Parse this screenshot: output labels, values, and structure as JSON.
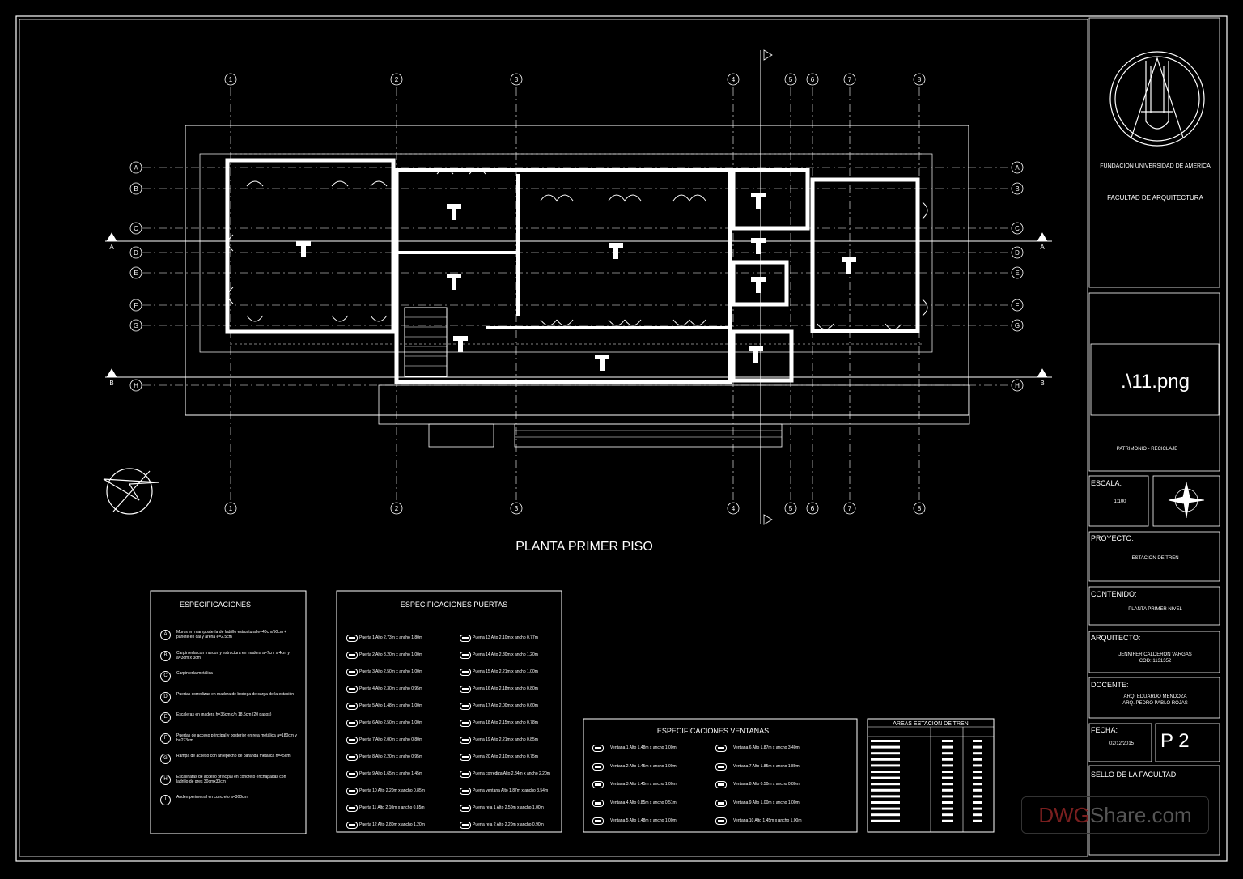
{
  "drawing": {
    "title": "PLANTA PRIMER PISO",
    "section_marks": [
      "A",
      "B"
    ],
    "grid_columns": [
      "1",
      "2",
      "3",
      "4",
      "5",
      "6",
      "7",
      "8"
    ],
    "grid_rows": [
      "A",
      "B",
      "C",
      "D",
      "E",
      "F",
      "G",
      "H"
    ]
  },
  "title_block": {
    "institution": "FUNDACION UNIVERSIDAD DE AMERICA",
    "faculty": "FACULTAD DE ARQUITECTURA",
    "file_name": ".\\11.png",
    "category": "PATRIMONIO - RECICLAJE",
    "escala_label": "ESCALA:",
    "escala_value": "1:100",
    "proyecto_label": "PROYECTO:",
    "proyecto_value": "ESTACION DE TREN",
    "contenido_label": "CONTENIDO:",
    "contenido_value": "PLANTA PRIMER NIVEL",
    "arquitecto_label": "ARQUITECTO:",
    "arquitecto_name": "JENNIFER CALDERON VARGAS",
    "arquitecto_code": "COD: 1131352",
    "docente_label": "DOCENTE:",
    "docente_1": "ARQ. EDUARDO MENDOZA",
    "docente_2": "ARQ. PEDRO PABLO ROJAS",
    "fecha_label": "FECHA:",
    "fecha_value": "02/12/2015",
    "sheet": "P 2",
    "sello_label": "SELLO DE LA FACULTAD:"
  },
  "specs": {
    "title": "ESPECIFICACIONES",
    "items": [
      {
        "tag": "A",
        "text": "Muros en mampostería de ladrillo estructural e=40cm/50cm + pañete en cal y arena e=2.5cm"
      },
      {
        "tag": "B",
        "text": "Carpintería con marcos y estructura en madera a=7cm x 4cm y a=3cm x 3cm"
      },
      {
        "tag": "C",
        "text": "Carpintería metálica"
      },
      {
        "tag": "D",
        "text": "Puertas corredizas en madera de bodega de carga de la estación"
      },
      {
        "tag": "E",
        "text": "Escaleras en madera h=35cm c/h 18,5cm (20 pasos)"
      },
      {
        "tag": "F",
        "text": "Puertas de acceso principal y posterior en reja metálica a=180cm y h=273cm"
      },
      {
        "tag": "G",
        "text": "Rampa de acceso con antepecho de baranda metálica h=45cm"
      },
      {
        "tag": "H",
        "text": "Escalinatas de acceso principal en concreto enchapadas con ladrillo de gres 30cmx30cm"
      },
      {
        "tag": "I",
        "text": "Andén perimetral en concreto a=300cm"
      }
    ]
  },
  "doors": {
    "title": "ESPECIFICACIONES PUERTAS",
    "left": [
      "Puerta 1 Alto 2.73m x ancho 1.80m",
      "Puerta 2 Alto 3.20m x ancho 1.00m",
      "Puerta 3 Alto 2.50m x ancho 1.00m",
      "Puerta 4 Alto 2.30m x ancho 0.95m",
      "Puerta 5 Alto 1.48m x ancho 1.00m",
      "Puerta 6 Alto 2.50m x ancho 1.00m",
      "Puerta 7 Alto 2.00m x ancho 0.80m",
      "Puerta 8 Alto 2.20m x ancho 0.95m",
      "Puerta 9 Alto 1.65m x ancho 1.45m",
      "Puerta 10 Alto 2.20m x ancho 0.85m",
      "Puerta 11 Alto 2.10m x ancho 0.85m",
      "Puerta 12 Alto 2.80m x ancho 1.20m"
    ],
    "right": [
      "Puerta 13 Alto 2.10m x ancho 0.77m",
      "Puerta 14 Alto 2.80m x ancho 1.20m",
      "Puerta 15 Alto 2.21m x ancho 1.00m",
      "Puerta 16 Alto 2.18m x ancho 0.80m",
      "Puerta 17 Alto 2.00m x ancho 0.60m",
      "Puerta 18 Alto 2.15m x ancho 0.78m",
      "Puerta 19 Alto 2.21m x ancho 0.85m",
      "Puerta 20 Alto 2.10m x ancho 0.75m",
      "Puerta corrediza Alto 2.84m x ancho 2.20m",
      "Puerta ventana Alto 1.87m x ancho 3.54m",
      "Puerta reja 1 Alto 2.50m x ancho 1.00m",
      "Puerta reja 2 Alto 2.20m x ancho 0.90m"
    ]
  },
  "windows": {
    "title": "ESPECIFICACIONES VENTANAS",
    "left": [
      "Ventana 1 Alto 1.48m x ancho 1.00m",
      "Ventana 2 Alto 1.45m x ancho 1.00m",
      "Ventana 3 Alto 1.45m x ancho 1.00m",
      "Ventana 4 Alto 0.85m x ancho 0.51m",
      "Ventana 5 Alto 1.48m x ancho 1.00m"
    ],
    "right": [
      "Ventana 6 Alto 1.87m x ancho 3.40m",
      "Ventana 7 Alto 1.85m x ancho 1.89m",
      "Ventana 8 Alto 0.50m x ancho 0.80m",
      "Ventana 9 Alto 1.00m x ancho 1.00m",
      "Ventana 10 Alto 1.45m x ancho 1.00m"
    ]
  },
  "areas": {
    "title": "AREAS ESTACION DE TREN"
  },
  "watermark": {
    "part1": "DWG",
    "part2": "Share.com"
  }
}
